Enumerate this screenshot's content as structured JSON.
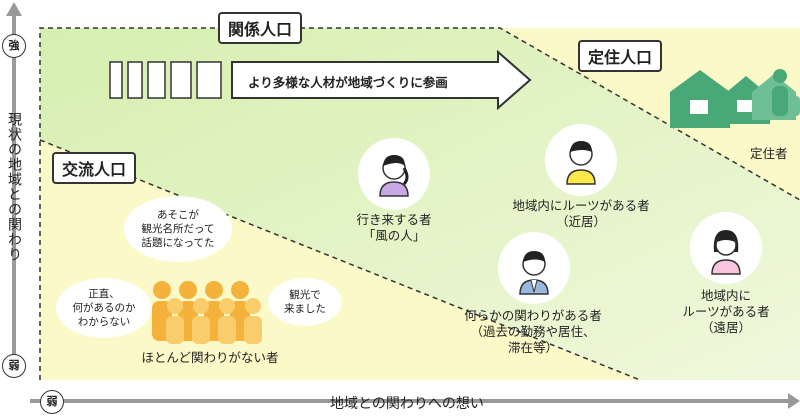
{
  "axes": {
    "y_high": "強",
    "y_low": "弱",
    "y_label": "現状の地域との関わり",
    "x_low": "弱",
    "x_label": "地域との関わりへの想い"
  },
  "groups": {
    "kankei": "関係人口",
    "teiju": "定住人口",
    "koryu": "交流人口"
  },
  "arrow_text": "より多様な人材が地域づくりに参画",
  "people": {
    "ikikuru": [
      "行き来する者",
      "「風の人」"
    ],
    "roots_near": [
      "地域内にルーツがある者",
      "（近居）"
    ],
    "nanraka": [
      "何らかの関わりがある者",
      "（過去の勤務や居住、",
      "滞在等）"
    ],
    "roots_far": [
      "地域内に",
      "ルーツがある者",
      "（遠居）"
    ],
    "teiju_person": "定住者",
    "hotondo": "ほとんど関わりがない者"
  },
  "bubbles": {
    "b1": [
      "あそこが",
      "観光名所だって",
      "話題になってた"
    ],
    "b2": [
      "正直、",
      "何があるのか",
      "わからない"
    ],
    "b3": [
      "観光で",
      "来ました"
    ]
  },
  "colors": {
    "green_bg": "#e4f4c4",
    "yellow_bg": "#fbf9c8",
    "house_green": "#48a877",
    "person_purple": "#c9a8e6",
    "person_yellow": "#ffe84a",
    "person_pink": "#f8c6dc",
    "crowd_orange": "#f5b23a",
    "dashed_line": "#333333"
  }
}
